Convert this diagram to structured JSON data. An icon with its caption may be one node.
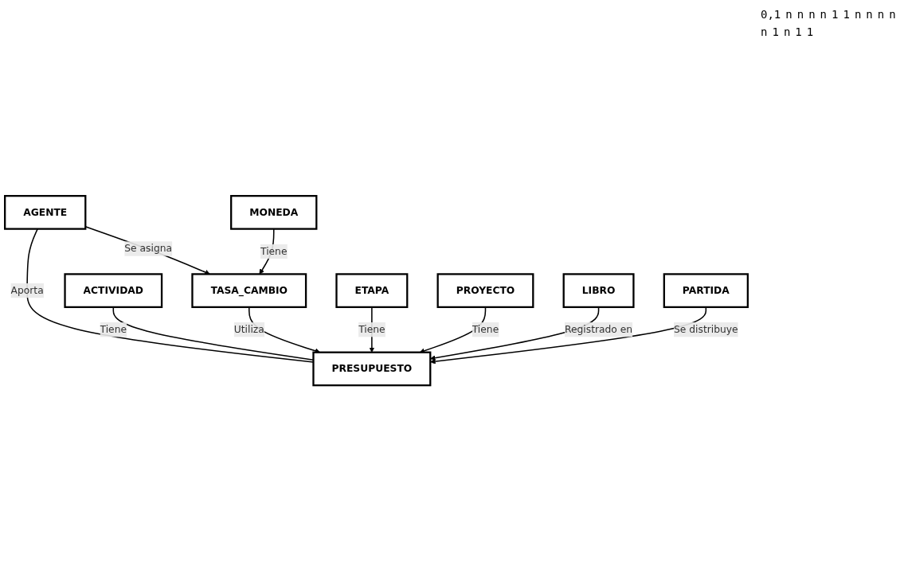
{
  "diagram": {
    "nodes": [
      {
        "text": [
          "AGENTE"
        ]
      },
      {
        "text": [
          "ACTIVIDAD"
        ]
      },
      {
        "text": [
          "TASA_CAMBIO"
        ]
      },
      {
        "text": [
          "MONEDA"
        ]
      },
      {
        "text": [
          "ETAPA"
        ]
      },
      {
        "text": [
          "PRESUPUESTO"
        ]
      },
      {
        "text": [
          "PROYECTO"
        ]
      },
      {
        "text": [
          "PARTIDA"
        ]
      },
      {
        "text": [
          "LIBRO"
        ]
      }
    ],
    "edges": [
      {
        "from": 0,
        "to": 2,
        "arrow": "to",
        "label": "Se asigna"
      },
      {
        "from": 0,
        "to": 5,
        "arrow": "none",
        "label": "Aporta"
      },
      {
        "from": 1,
        "to": 5,
        "arrow": "none",
        "label": "Tiene"
      },
      {
        "from": 3,
        "to": 2,
        "arrow": "to",
        "label": "Tiene"
      },
      {
        "from": 2,
        "to": 5,
        "arrow": "to",
        "label": "Utiliza"
      },
      {
        "from": 4,
        "to": 5,
        "arrow": "to",
        "label": "Tiene"
      },
      {
        "from": 6,
        "to": 5,
        "arrow": "to",
        "label": "Tiene"
      },
      {
        "from": 8,
        "to": 5,
        "arrow": "to",
        "label": "Registrado en"
      },
      {
        "from": 7,
        "to": 5,
        "arrow": "to",
        "label": "Se distribuye"
      }
    ],
    "labels": [
      "0,1",
      "n",
      "n",
      "n",
      "n",
      "1",
      "1",
      "n",
      "n",
      "n",
      "n",
      "n",
      "1",
      "n",
      "1",
      "1"
    ]
  }
}
